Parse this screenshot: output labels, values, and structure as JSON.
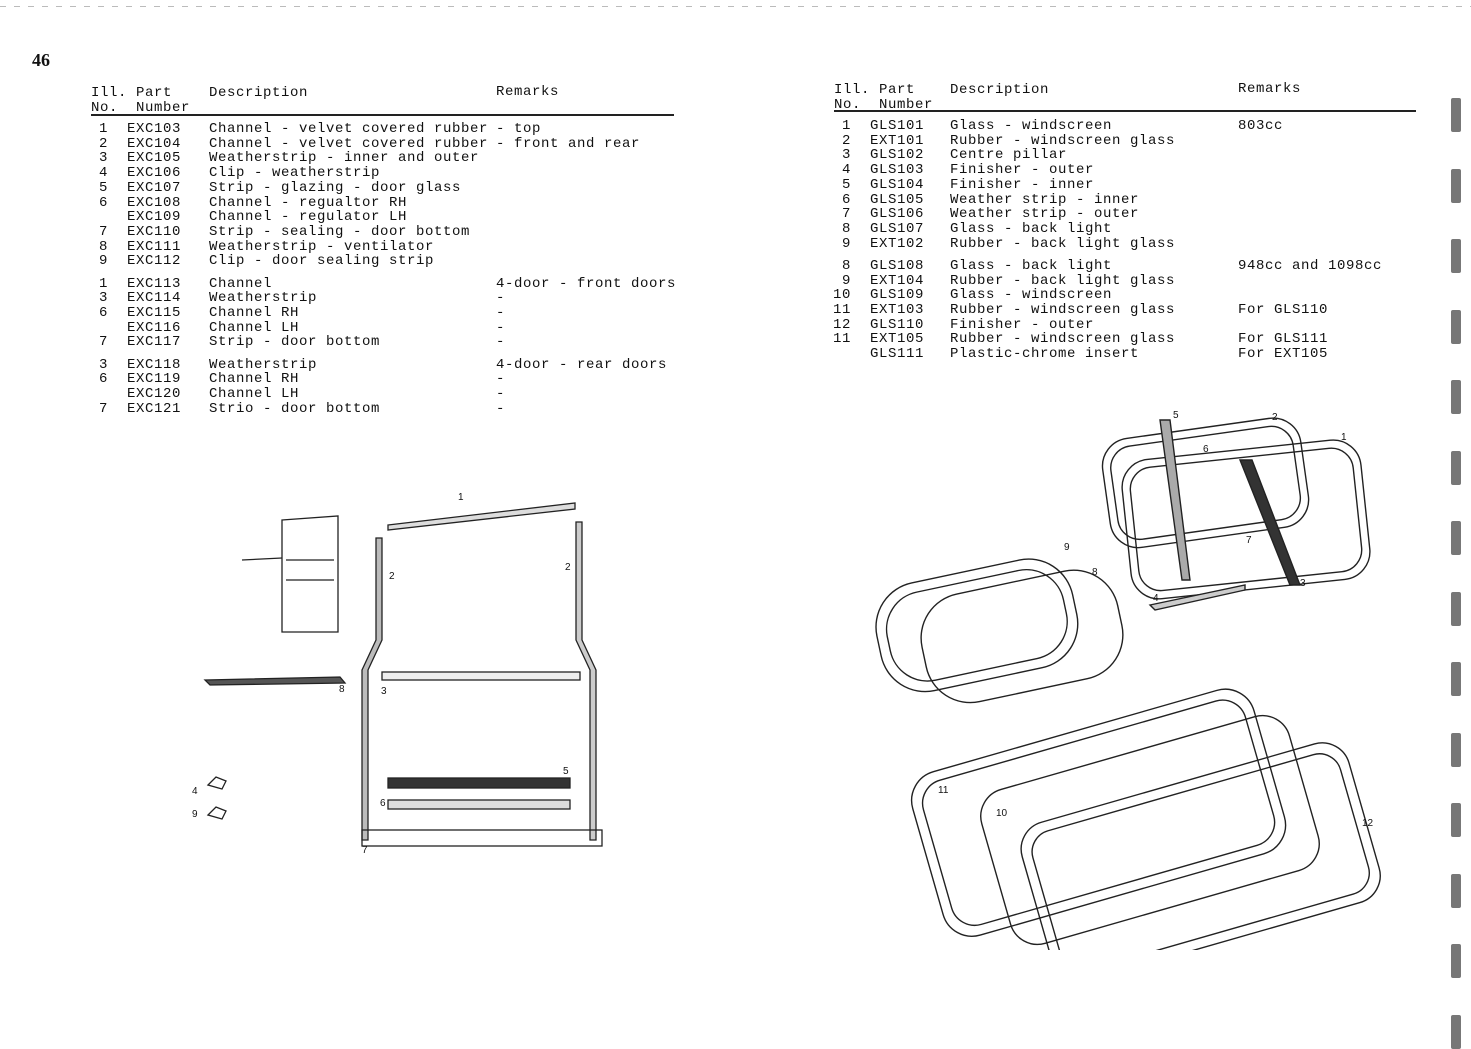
{
  "page_number": "46",
  "left_table": {
    "headers": {
      "ill_no": "Ill.\nNo.",
      "part_number": "Part\nNumber",
      "description": "Description",
      "remarks": "Remarks"
    },
    "groups": [
      [
        {
          "no": "1",
          "part": "EXC103",
          "desc": "Channel - velvet covered rubber",
          "rem": "- top"
        },
        {
          "no": "2",
          "part": "EXC104",
          "desc": "Channel - velvet covered rubber",
          "rem": "- front and rear"
        },
        {
          "no": "3",
          "part": "EXC105",
          "desc": "Weatherstrip - inner and outer",
          "rem": ""
        },
        {
          "no": "4",
          "part": "EXC106",
          "desc": "Clip - weatherstrip",
          "rem": ""
        },
        {
          "no": "5",
          "part": "EXC107",
          "desc": "Strip - glazing - door glass",
          "rem": ""
        },
        {
          "no": "6",
          "part": "EXC108",
          "desc": "Channel - regualtor RH",
          "rem": ""
        },
        {
          "no": "",
          "part": "EXC109",
          "desc": "Channel - regulator LH",
          "rem": ""
        },
        {
          "no": "7",
          "part": "EXC110",
          "desc": "Strip - sealing - door bottom",
          "rem": ""
        },
        {
          "no": "8",
          "part": "EXC111",
          "desc": "Weatherstrip - ventilator",
          "rem": ""
        },
        {
          "no": "9",
          "part": "EXC112",
          "desc": "Clip - door sealing strip",
          "rem": ""
        }
      ],
      [
        {
          "no": "1",
          "part": "EXC113",
          "desc": "Channel",
          "rem": "4-door - front doors"
        },
        {
          "no": "3",
          "part": "EXC114",
          "desc": "Weatherstrip",
          "rem": "-"
        },
        {
          "no": "6",
          "part": "EXC115",
          "desc": "Channel RH",
          "rem": "-"
        },
        {
          "no": "",
          "part": "EXC116",
          "desc": "Channel LH",
          "rem": "-"
        },
        {
          "no": "7",
          "part": "EXC117",
          "desc": "Strip - door bottom",
          "rem": "-"
        }
      ],
      [
        {
          "no": "3",
          "part": "EXC118",
          "desc": "Weatherstrip",
          "rem": "4-door - rear doors"
        },
        {
          "no": "6",
          "part": "EXC119",
          "desc": "Channel RH",
          "rem": "-"
        },
        {
          "no": "",
          "part": "EXC120",
          "desc": "Channel LH",
          "rem": "-"
        },
        {
          "no": "7",
          "part": "EXC121",
          "desc": "Strio - door bottom",
          "rem": "-"
        }
      ]
    ]
  },
  "right_table": {
    "headers": {
      "ill_no": "Ill.\nNo.",
      "part_number": "Part\nNumber",
      "description": "Description",
      "remarks": "Remarks"
    },
    "groups": [
      [
        {
          "no": "1",
          "part": "GLS101",
          "desc": "Glass - windscreen",
          "rem": "803cc"
        },
        {
          "no": "2",
          "part": "EXT101",
          "desc": "Rubber - windscreen glass",
          "rem": ""
        },
        {
          "no": "3",
          "part": "GLS102",
          "desc": "Centre pillar",
          "rem": ""
        },
        {
          "no": "4",
          "part": "GLS103",
          "desc": "Finisher - outer",
          "rem": ""
        },
        {
          "no": "5",
          "part": "GLS104",
          "desc": "Finisher - inner",
          "rem": ""
        },
        {
          "no": "6",
          "part": "GLS105",
          "desc": "Weather strip - inner",
          "rem": ""
        },
        {
          "no": "7",
          "part": "GLS106",
          "desc": "Weather strip - outer",
          "rem": ""
        },
        {
          "no": "8",
          "part": "GLS107",
          "desc": "Glass - back light",
          "rem": ""
        },
        {
          "no": "9",
          "part": "EXT102",
          "desc": "Rubber - back light glass",
          "rem": ""
        }
      ],
      [
        {
          "no": "8",
          "part": "GLS108",
          "desc": "Glass - back light",
          "rem": "948cc and 1098cc"
        },
        {
          "no": "9",
          "part": "EXT104",
          "desc": "Rubber - back light glass",
          "rem": ""
        },
        {
          "no": "10",
          "part": "GLS109",
          "desc": "Glass - windscreen",
          "rem": ""
        },
        {
          "no": "11",
          "part": "EXT103",
          "desc": "Rubber - windscreen glass",
          "rem": "For GLS110"
        },
        {
          "no": "12",
          "part": "GLS110",
          "desc": "Finisher - outer",
          "rem": ""
        },
        {
          "no": "11",
          "part": "EXT105",
          "desc": "Rubber - windscreen glass",
          "rem": "For GLS111"
        },
        {
          "no": "",
          "part": "GLS111",
          "desc": "Plastic-chrome insert",
          "rem": "For EXT105"
        }
      ]
    ]
  },
  "left_diagram_labels": {
    "l1": "1",
    "l2a": "2",
    "l2b": "2",
    "l3": "3",
    "l4": "4",
    "l5": "5",
    "l6": "6",
    "l7": "7",
    "l8": "8",
    "l9": "9"
  },
  "right_diagram_labels": {
    "r1": "1",
    "r2": "2",
    "r3": "3",
    "r4": "4",
    "r5": "5",
    "r6": "6",
    "r7": "7",
    "r8": "8",
    "r9": "9",
    "r10": "10",
    "r11": "11",
    "r12": "12"
  }
}
